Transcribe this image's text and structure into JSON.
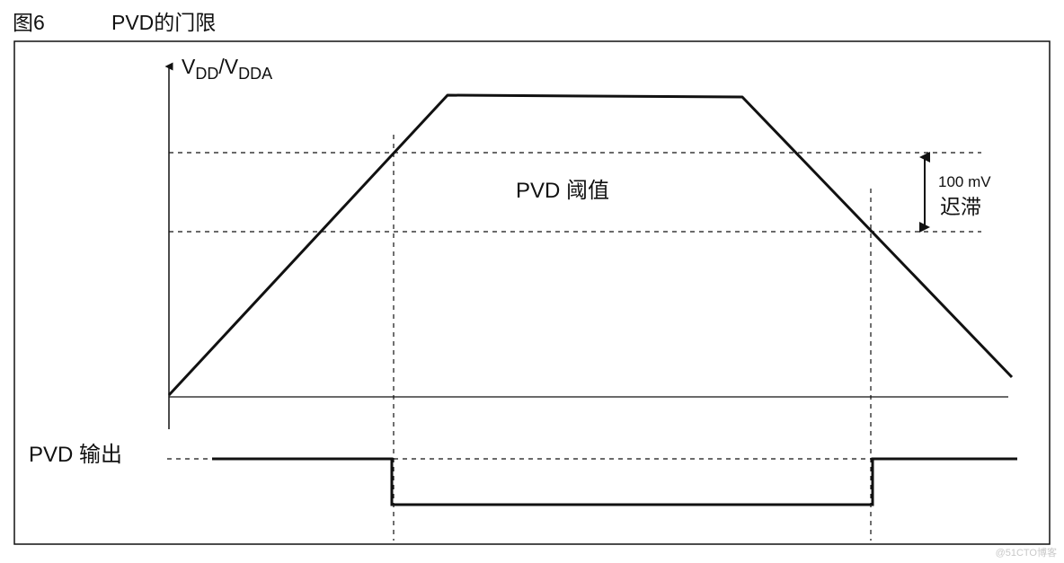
{
  "figure": {
    "label": "图6",
    "title": "PVD的门限"
  },
  "diagram": {
    "y_axis_label": "V",
    "y_axis_sub1": "DD",
    "y_axis_sep": "/V",
    "y_axis_sub2": "DDA",
    "threshold_label": "PVD 阈值",
    "hysteresis_value": "100 mV",
    "hysteresis_label": "迟滞",
    "output_label": "PVD 输出"
  },
  "watermark": "@51CTO博客"
}
